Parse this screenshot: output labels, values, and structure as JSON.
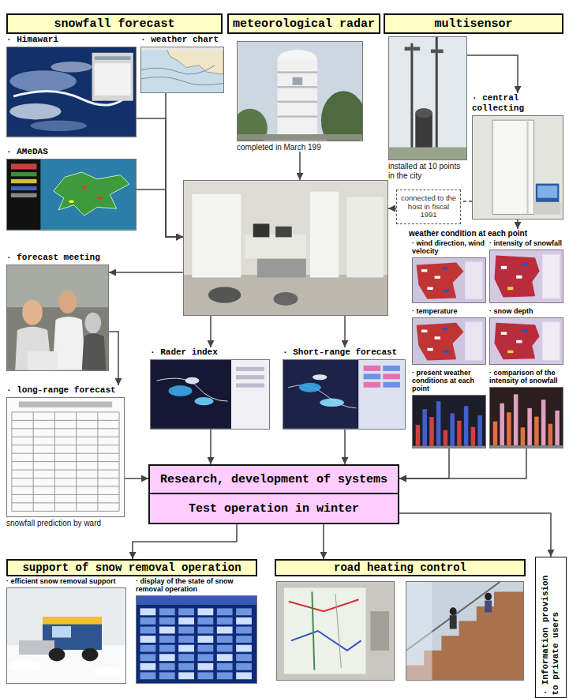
{
  "diagram": {
    "nodes": [
      {
        "text": [
          "snowfall forecast"
        ]
      },
      {
        "text": [
          "meteorological radar"
        ]
      },
      {
        "text": [
          "multisensor"
        ]
      },
      {
        "text": [
          "· Himawari"
        ]
      },
      {
        "text": [
          "· weather chart"
        ]
      },
      {
        "text": [
          "completed in March 199"
        ]
      },
      {
        "text": [
          "installed at 10 points in the city"
        ]
      },
      {
        "text": [
          "· central collecting"
        ]
      },
      {
        "text": [
          "· AMeDAS"
        ]
      },
      {
        "text": []
      },
      {
        "text": [
          "connected to the host in fiscal 1991"
        ]
      },
      {
        "text": [
          "weather condition at each point"
        ]
      },
      {
        "text": [
          "· wind direction, wind velocity"
        ],
        "in": 11
      },
      {
        "text": [
          "· intensity of snowfall"
        ],
        "in": 11
      },
      {
        "text": [
          "· temperature"
        ],
        "in": 11
      },
      {
        "text": [
          "· snow depth"
        ],
        "in": 11
      },
      {
        "text": [
          "· present weather conditions at each point"
        ],
        "in": 11
      },
      {
        "text": [
          "· comparison of the intensity of snowfall"
        ],
        "in": 11
      },
      {
        "text": [
          "· forecast meeting"
        ]
      },
      {
        "text": [
          "· Rader index"
        ]
      },
      {
        "text": [
          "· Short-range forecast"
        ]
      },
      {
        "text": [
          "· long-range forecast",
          "snowfall prediction by ward"
        ]
      },
      {
        "text": [
          "Research, development of systems"
        ]
      },
      {
        "text": [
          "Test operation in winter"
        ]
      },
      {
        "text": [
          "support of snow removal operation"
        ]
      },
      {
        "text": [
          "· efficient snow removal support"
        ]
      },
      {
        "text": [
          "· display of the state of snow removal operation"
        ]
      },
      {
        "text": [
          "road heating control"
        ]
      },
      {
        "text": []
      },
      {
        "text": []
      },
      {
        "text": [
          "· Information provision to private users"
        ]
      }
    ],
    "edges": [
      {
        "from": 3,
        "to": 9,
        "arrow": "to"
      },
      {
        "from": 4,
        "to": 9,
        "arrow": "to"
      },
      {
        "from": 8,
        "to": 9,
        "arrow": "to"
      },
      {
        "from": 5,
        "to": 9,
        "arrow": "to"
      },
      {
        "from": 6,
        "to": 7,
        "arrow": "to"
      },
      {
        "from": 7,
        "to": 10,
        "arrow": "none"
      },
      {
        "from": 10,
        "to": 9,
        "arrow": "to"
      },
      {
        "from": 7,
        "to": 11,
        "arrow": "to"
      },
      {
        "from": 9,
        "to": 18,
        "arrow": "to"
      },
      {
        "from": 9,
        "to": 19,
        "arrow": "to"
      },
      {
        "from": 9,
        "to": 20,
        "arrow": "to"
      },
      {
        "from": 18,
        "to": 21,
        "arrow": "to"
      },
      {
        "from": 19,
        "to": 22,
        "arrow": "to"
      },
      {
        "from": 20,
        "to": 22,
        "arrow": "to"
      },
      {
        "from": 21,
        "to": 22,
        "arrow": "to"
      },
      {
        "from": 16,
        "to": 22,
        "arrow": "to"
      },
      {
        "from": 17,
        "to": 22,
        "arrow": "to"
      },
      {
        "from": 23,
        "to": 24,
        "arrow": "to"
      },
      {
        "from": 23,
        "to": 27,
        "arrow": "to"
      },
      {
        "from": 23,
        "to": 30,
        "arrow": "to"
      }
    ]
  }
}
